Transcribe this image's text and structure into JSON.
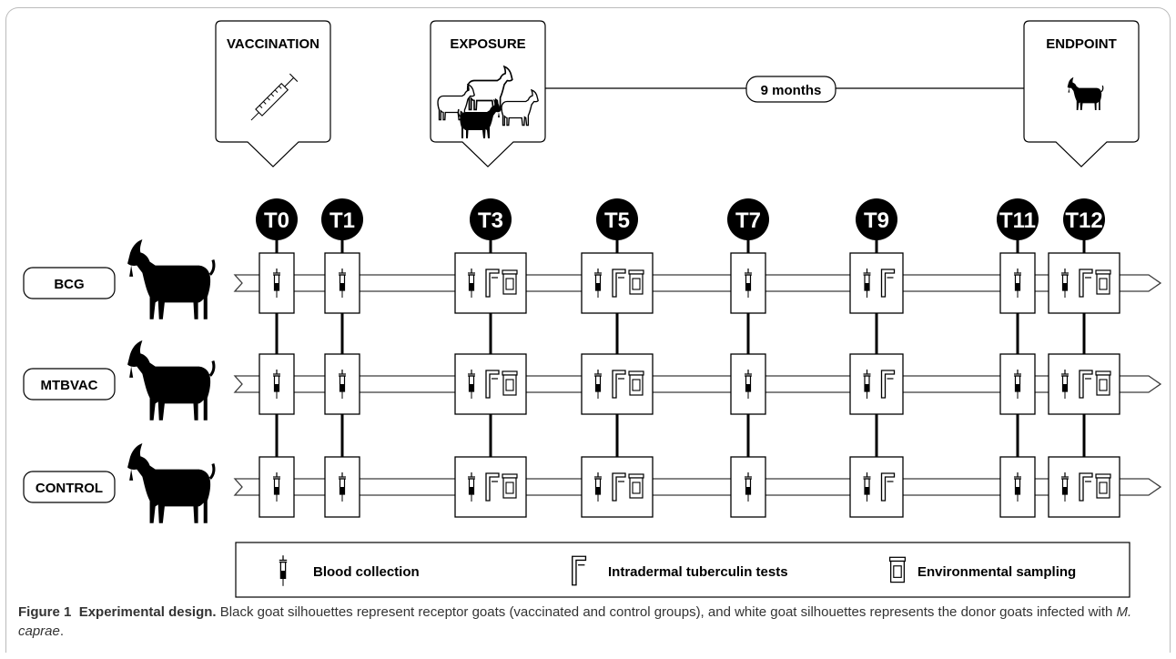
{
  "phases": [
    {
      "label": "VACCINATION",
      "icon": "syringe-icon"
    },
    {
      "label": "EXPOSURE",
      "icon": "goat-herd-icon"
    },
    {
      "label": "ENDPOINT",
      "icon": "goat-icon"
    }
  ],
  "duration_label": "9 months",
  "timepoints": [
    "T0",
    "T1",
    "T3",
    "T5",
    "T7",
    "T9",
    "T11",
    "T12"
  ],
  "timepoint_samples": {
    "T0": [
      "blood"
    ],
    "T1": [
      "blood"
    ],
    "T3": [
      "blood",
      "tuberculin",
      "environmental"
    ],
    "T5": [
      "blood",
      "tuberculin",
      "environmental"
    ],
    "T7": [
      "blood"
    ],
    "T9": [
      "blood",
      "tuberculin"
    ],
    "T11": [
      "blood"
    ],
    "T12": [
      "blood",
      "tuberculin",
      "environmental"
    ]
  },
  "groups": [
    "BCG",
    "MTBVAC",
    "CONTROL"
  ],
  "legend": [
    {
      "key": "blood",
      "label": "Blood collection",
      "icon": "syringe-icon"
    },
    {
      "key": "tuberculin",
      "label": "Intradermal tuberculin tests",
      "icon": "tuberculin-test-icon"
    },
    {
      "key": "environmental",
      "label": "Environmental sampling",
      "icon": "sample-container-icon"
    }
  ],
  "caption": {
    "figure": "Figure 1",
    "title": "Experimental design.",
    "text_1": " Black goat silhouettes represent receptor goats (vaccinated and control groups), and white goat silhouettes represents the donor goats infected with ",
    "italic": "M. caprae",
    "text_2": "."
  },
  "colors": {
    "ink": "#000000",
    "line": "#3a3a3a",
    "caption_text": "#333333"
  }
}
